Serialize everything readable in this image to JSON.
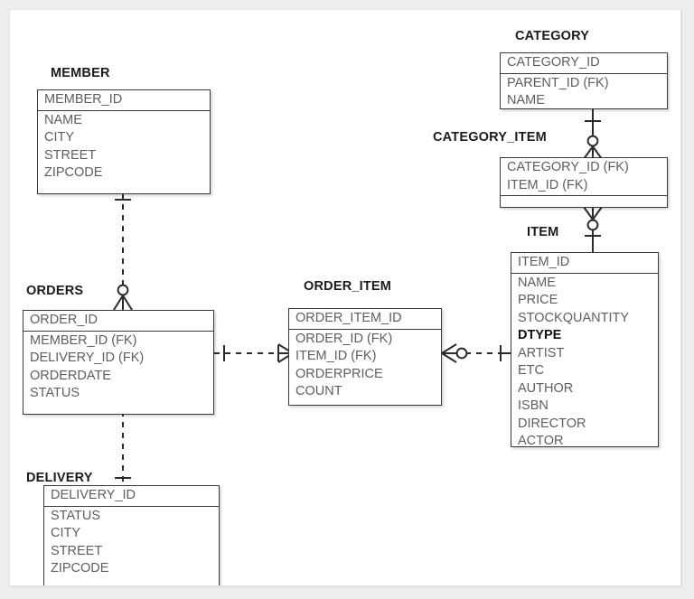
{
  "diagram": {
    "type": "entity-relationship-diagram",
    "notation": "crows-foot",
    "canvas_bg": "#ffffff",
    "page_bg": "#eceded",
    "line_color": "#2b2b2b",
    "box_border": "#3a3a3a",
    "attr_color": "#5e5e5e",
    "title_color": "#1b1b1b"
  },
  "entities": [
    {
      "id": "member",
      "title": "MEMBER",
      "pk": [
        "MEMBER_ID"
      ],
      "attrs": [
        "NAME",
        "CITY",
        "STREET",
        "ZIPCODE"
      ]
    },
    {
      "id": "orders",
      "title": "ORDERS",
      "pk": [
        "ORDER_ID"
      ],
      "attrs": [
        "MEMBER_ID (FK)",
        "DELIVERY_ID (FK)",
        "ORDERDATE",
        "STATUS"
      ]
    },
    {
      "id": "delivery",
      "title": "DELIVERY",
      "pk": [
        "DELIVERY_ID"
      ],
      "attrs": [
        "STATUS",
        "CITY",
        "STREET",
        "ZIPCODE"
      ]
    },
    {
      "id": "order_item",
      "title": "ORDER_ITEM",
      "pk": [
        "ORDER_ITEM_ID"
      ],
      "attrs": [
        "ORDER_ID (FK)",
        "ITEM_ID (FK)",
        "ORDERPRICE",
        "COUNT"
      ]
    },
    {
      "id": "item",
      "title": "ITEM",
      "pk": [
        "ITEM_ID"
      ],
      "attrs": [
        "NAME",
        "PRICE",
        "STOCKQUANTITY",
        "DTYPE",
        "ARTIST",
        "ETC",
        "AUTHOR",
        "ISBN",
        "DIRECTOR",
        "ACTOR"
      ],
      "bold_attrs": [
        "DTYPE"
      ]
    },
    {
      "id": "category",
      "title": "CATEGORY",
      "pk": [
        "CATEGORY_ID"
      ],
      "attrs": [
        "PARENT_ID (FK)",
        "NAME"
      ]
    },
    {
      "id": "category_item",
      "title": "CATEGORY_ITEM",
      "pk": [
        "CATEGORY_ID (FK)",
        "ITEM_ID (FK)"
      ],
      "attrs": []
    }
  ],
  "relationships": [
    {
      "id": "member-orders",
      "from": "MEMBER",
      "to": "ORDERS",
      "line": "dashed",
      "from_cardinality": "one",
      "to_cardinality": "zero-or-many"
    },
    {
      "id": "orders-delivery",
      "from": "ORDERS",
      "to": "DELIVERY",
      "line": "dashed",
      "from_cardinality": "one",
      "to_cardinality": "one"
    },
    {
      "id": "orders-order_item",
      "from": "ORDERS",
      "to": "ORDER_ITEM",
      "line": "dashed",
      "from_cardinality": "one",
      "to_cardinality": "many"
    },
    {
      "id": "order_item-item",
      "from": "ORDER_ITEM",
      "to": "ITEM",
      "line": "dashed",
      "from_cardinality": "zero-or-many",
      "to_cardinality": "one"
    },
    {
      "id": "category-category_item",
      "from": "CATEGORY",
      "to": "CATEGORY_ITEM",
      "line": "solid",
      "from_cardinality": "one",
      "to_cardinality": "zero-or-many"
    },
    {
      "id": "category_item-item",
      "from": "CATEGORY_ITEM",
      "to": "ITEM",
      "line": "solid",
      "from_cardinality": "many",
      "to_cardinality": "zero-or-one"
    }
  ]
}
